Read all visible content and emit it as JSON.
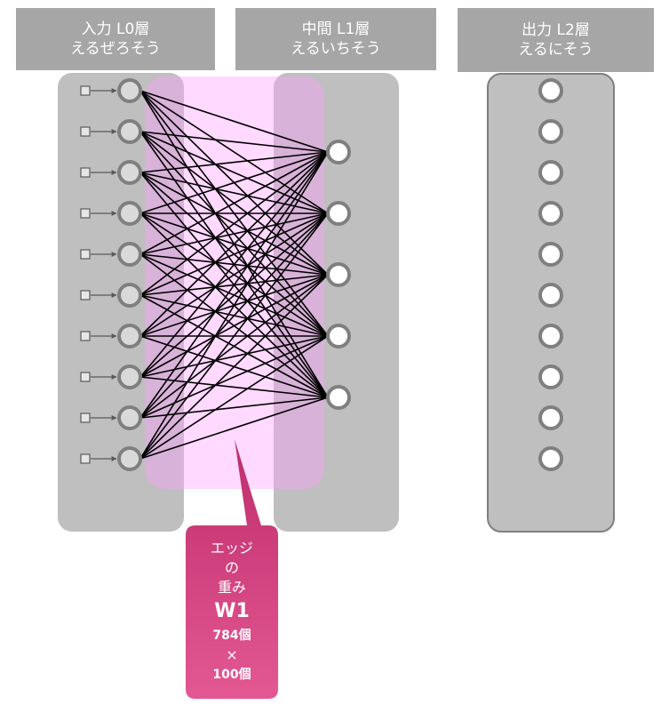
{
  "headers": {
    "input": {
      "line1": "入力 L0層",
      "line2": "えるぜろそう"
    },
    "middle": {
      "line1": "中間 L1層",
      "line2": "えるいちそう"
    },
    "output": {
      "line1": "出力 L2層",
      "line2": "えるにそう"
    }
  },
  "layers": {
    "input_nodes": 10,
    "middle_nodes": 5,
    "output_nodes": 10
  },
  "callout": {
    "line1": "エッジ",
    "line2": "の",
    "line3": "重み",
    "weight_label": "W1",
    "count_rows": "784個",
    "times": "×",
    "count_cols": "100個"
  },
  "colors": {
    "header_bg": "#a6a6a6",
    "panel_bg": "#bfbfbf",
    "highlight": "#ffb3ff",
    "callout_top": "#c0306c",
    "callout_bottom": "#e0508c",
    "edge": "#000000",
    "node_stroke": "#7f7f7f"
  }
}
